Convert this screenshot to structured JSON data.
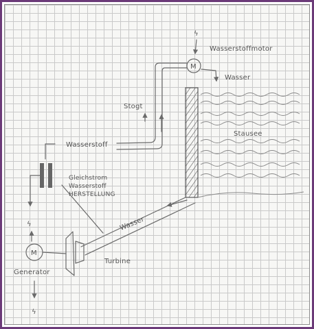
{
  "labels": {
    "hydrogen_motor": "Wasserstoffmotor",
    "water_out": "Wasser",
    "lift": "Stogt",
    "reservoir": "Stausee",
    "hydrogen": "Wasserstoff",
    "dc_line1": "Gleichstrom",
    "dc_line2": "Wasserstoff",
    "dc_line3": "HERSTELLUNG",
    "water_pipe": "Wasser",
    "turbine": "Turbine",
    "generator": "Generator",
    "motor_symbol": "M",
    "generator_symbol": "M",
    "lightning_symbol": "ϟ"
  }
}
